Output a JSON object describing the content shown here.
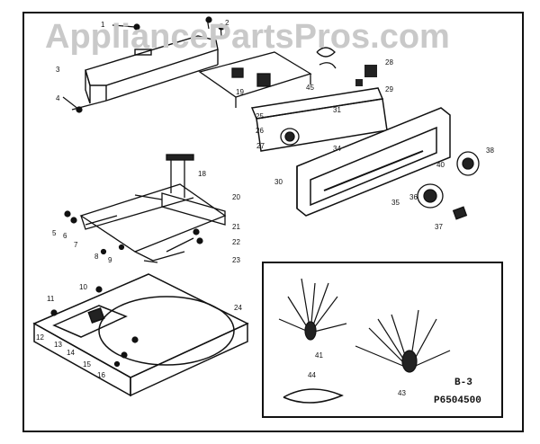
{
  "watermark": "AppliancePartsPros.com",
  "section_label": "B-3",
  "part_code": "P6504500",
  "callouts": [
    "1",
    "2",
    "3",
    "4",
    "5",
    "6",
    "7",
    "8",
    "9",
    "10",
    "11",
    "12",
    "13",
    "14",
    "15",
    "16",
    "18",
    "19",
    "20",
    "21",
    "22",
    "23",
    "24",
    "25",
    "26",
    "27",
    "28",
    "29",
    "30",
    "31",
    "34",
    "35",
    "36",
    "37",
    "38",
    "40",
    "41",
    "43",
    "44",
    "45"
  ]
}
